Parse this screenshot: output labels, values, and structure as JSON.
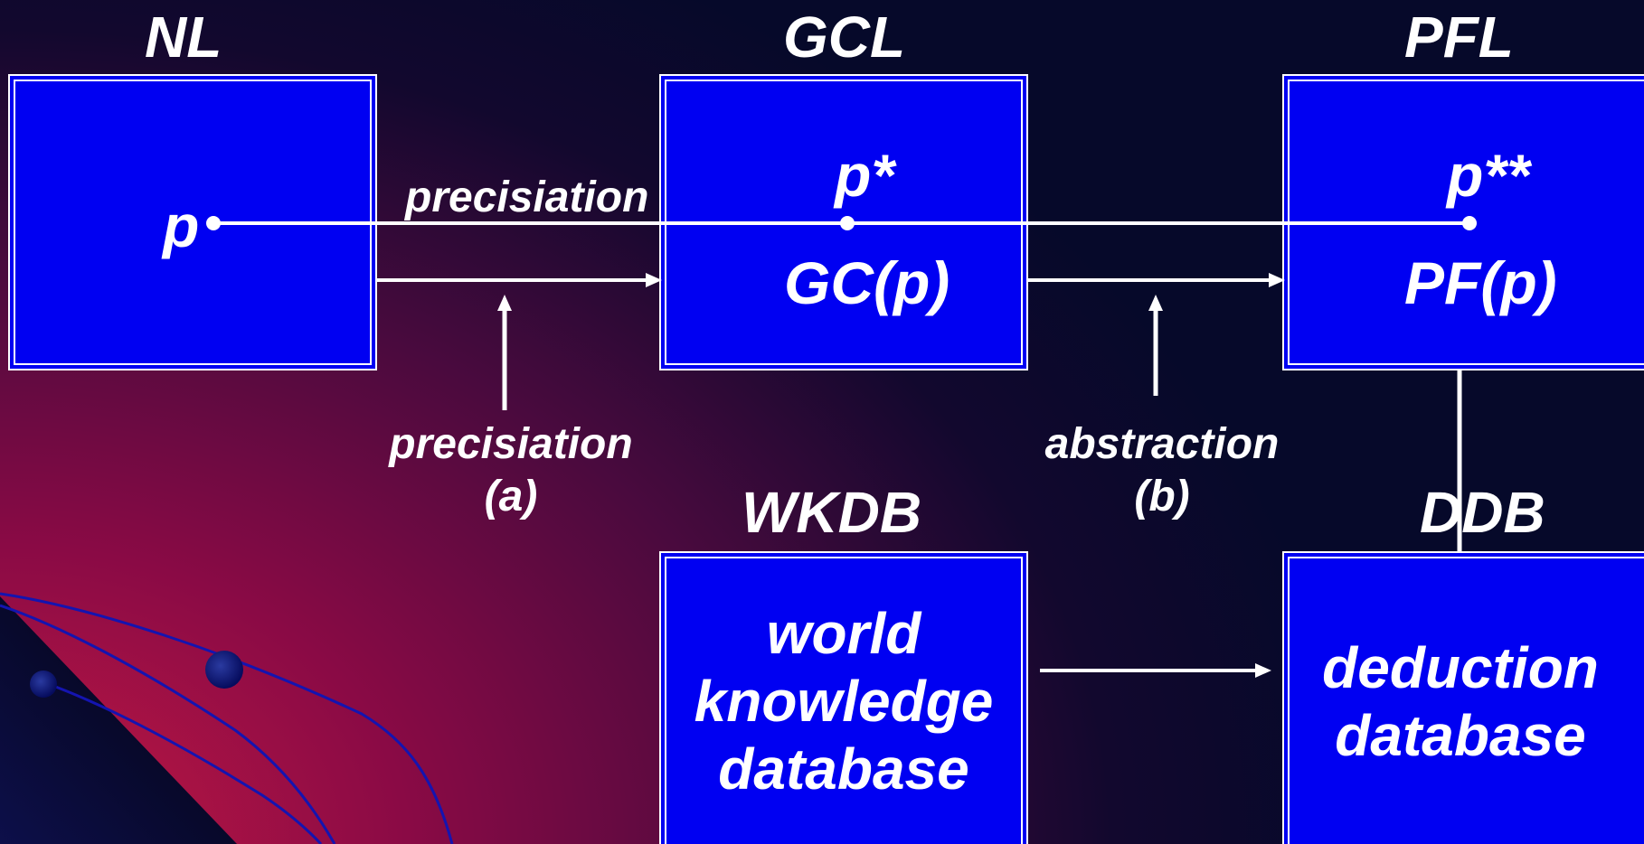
{
  "layers": {
    "nl": "NL",
    "gcl": "GCL",
    "pfl": "PFL",
    "wkdb": "WKDB",
    "ddb": "DDB"
  },
  "nodes": {
    "p": "p",
    "p_star": "p*",
    "gc_p": "GC(p)",
    "p_double_star": "p**",
    "pf_p": "PF(p)"
  },
  "edges": {
    "precisiation_top": "precisiation",
    "precisiation_label": "precisiation",
    "precisiation_tag": "(a)",
    "abstraction_label": "abstraction",
    "abstraction_tag": "(b)"
  },
  "boxes": {
    "wkdb_line1": "world",
    "wkdb_line2": "knowledge",
    "wkdb_line3": "database",
    "ddb_line1": "deduction",
    "ddb_line2": "database"
  },
  "colors": {
    "box_fill": "#0000f2",
    "border": "#ffffff",
    "background_dark": "#0b0a30",
    "background_red": "#c41a44"
  }
}
